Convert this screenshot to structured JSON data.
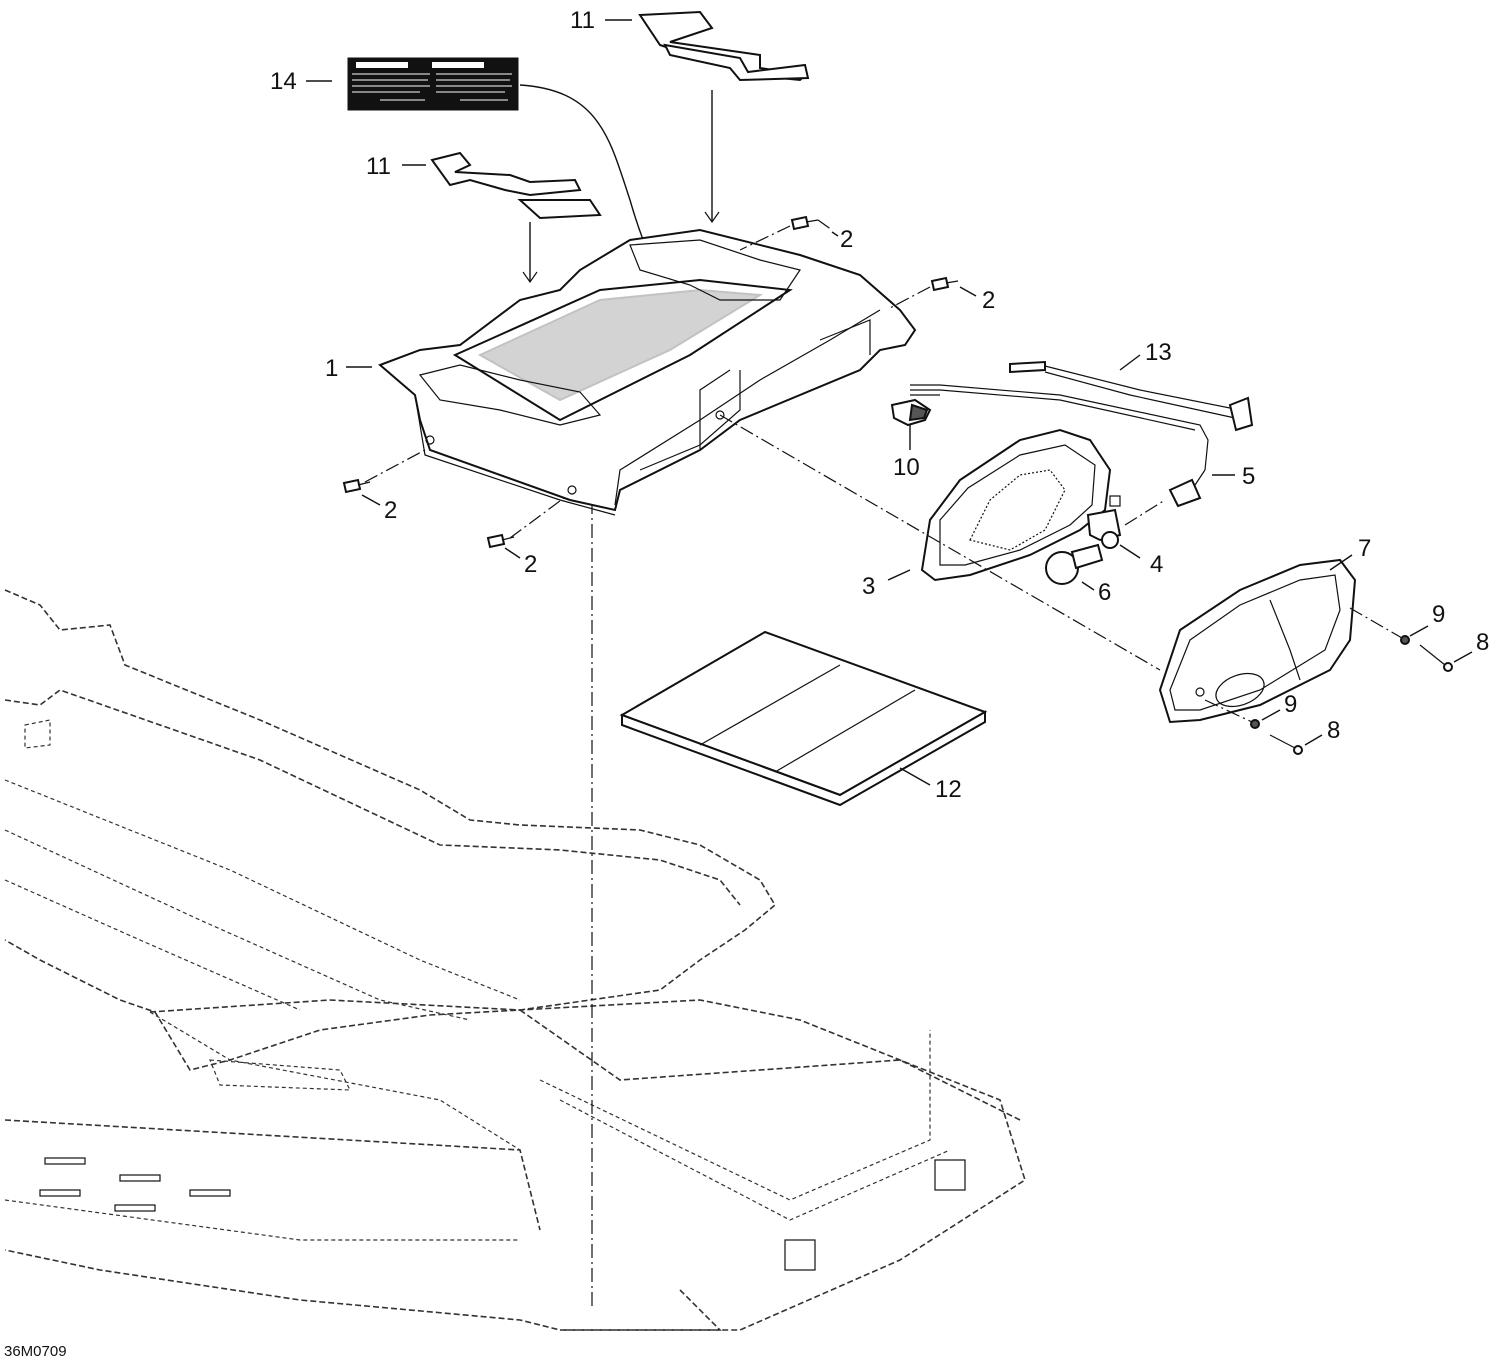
{
  "drawing_code": "36M0709",
  "callouts": [
    {
      "id": "c11a",
      "text": "11"
    },
    {
      "id": "c14",
      "text": "14"
    },
    {
      "id": "c11b",
      "text": "11"
    },
    {
      "id": "c2a",
      "text": "2"
    },
    {
      "id": "c2b",
      "text": "2"
    },
    {
      "id": "c1",
      "text": "1"
    },
    {
      "id": "c13",
      "text": "13"
    },
    {
      "id": "c10",
      "text": "10"
    },
    {
      "id": "c5",
      "text": "5"
    },
    {
      "id": "c2c",
      "text": "2"
    },
    {
      "id": "c2d",
      "text": "2"
    },
    {
      "id": "c4",
      "text": "4"
    },
    {
      "id": "c7",
      "text": "7"
    },
    {
      "id": "c3",
      "text": "3"
    },
    {
      "id": "c6",
      "text": "6"
    },
    {
      "id": "c9a",
      "text": "9"
    },
    {
      "id": "c8a",
      "text": "8"
    },
    {
      "id": "c9b",
      "text": "9"
    },
    {
      "id": "c8b",
      "text": "8"
    },
    {
      "id": "c12",
      "text": "12"
    }
  ]
}
